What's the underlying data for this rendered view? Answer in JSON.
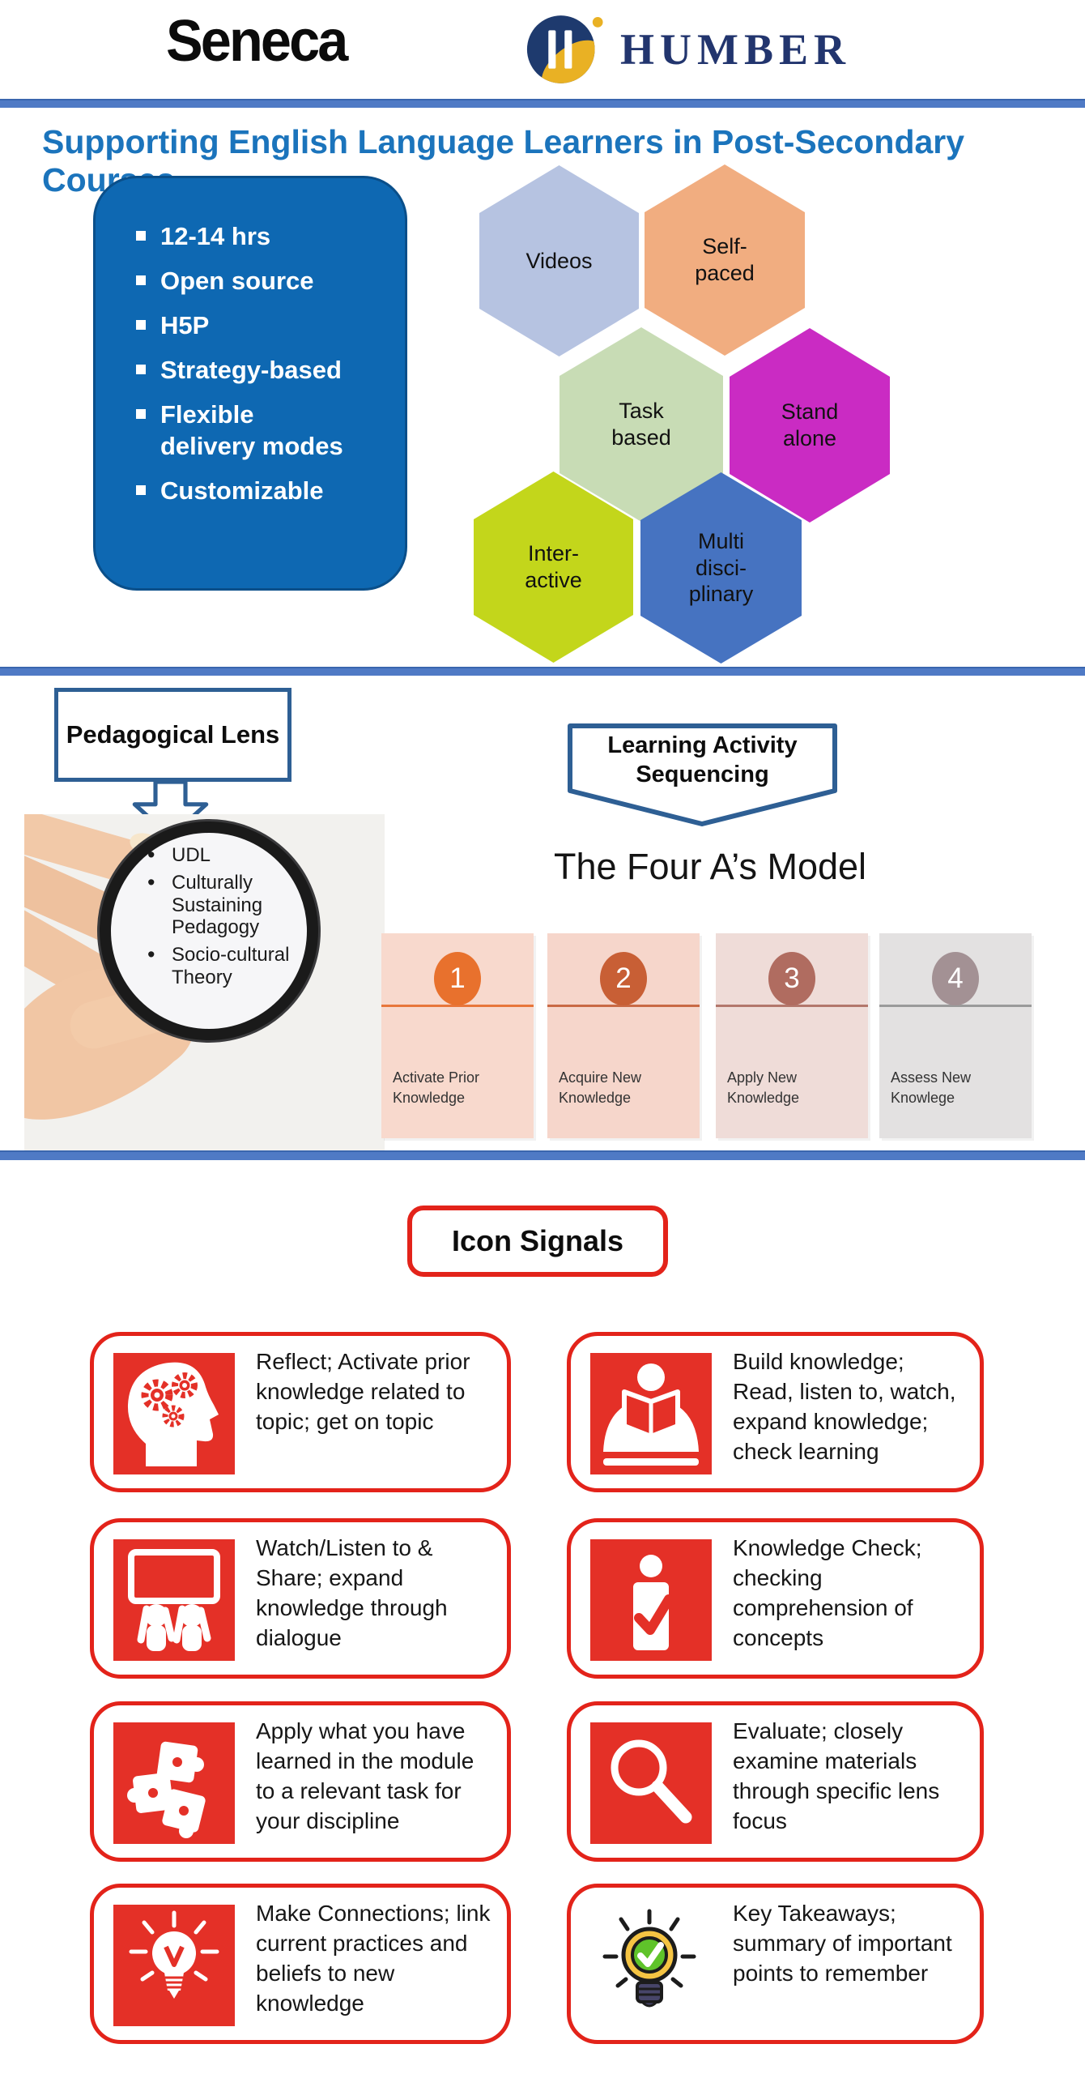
{
  "header": {
    "seneca": "Seneca",
    "humber": "HUMBER"
  },
  "title": "Supporting English Language Learners in Post-Secondary Courses",
  "features": {
    "items": [
      "12-14 hrs",
      "Open source",
      "H5P",
      "Strategy-based",
      "Flexible\ndelivery modes",
      "Customizable"
    ]
  },
  "hexagons": [
    {
      "label": "Videos",
      "color": "#b6c3e1"
    },
    {
      "label": "Self-\npaced",
      "color": "#f1ad80"
    },
    {
      "label": "Task\nbased",
      "color": "#c8dcb5"
    },
    {
      "label": "Stand\nalone",
      "color": "#ca2bc3"
    },
    {
      "label": "Inter-\nactive",
      "color": "#c3d61b"
    },
    {
      "label": "Multi\ndisci-\nplinary",
      "color": "#4673c1"
    }
  ],
  "pedagogical_lens": {
    "label": "Pedagogical Lens",
    "items": [
      "UDL",
      "Culturally Sustaining Pedagogy",
      "Socio-cultural Theory"
    ]
  },
  "sequencing": {
    "banner": "Learning Activity Sequencing",
    "model_title": "The Four A’s Model",
    "steps": [
      {
        "number": "1",
        "label": "Activate Prior Knowledge",
        "bg": "#f8d9cd",
        "circle": "#e8712d",
        "line": "#e8763b"
      },
      {
        "number": "2",
        "label": "Acquire New Knowledge",
        "bg": "#f6d6cb",
        "circle": "#c85f35",
        "line": "#c96a45"
      },
      {
        "number": "3",
        "label": "Apply New Knowledge",
        "bg": "#efdcd8",
        "circle": "#b06c60",
        "line": "#b3776c"
      },
      {
        "number": "4",
        "label": "Assess New Knowlege",
        "bg": "#e3e1e1",
        "circle": "#a39194",
        "line": "#9a9a9a"
      }
    ]
  },
  "icon_signals": {
    "title": "Icon Signals",
    "cards": [
      {
        "icon": "head-gears-icon",
        "text": "Reflect; Activate prior knowledge related to topic; get on topic"
      },
      {
        "icon": "reading-person-icon",
        "text": "Build knowledge; Read, listen to, watch, expand knowledge; check learning"
      },
      {
        "icon": "audience-screen-icon",
        "text": "Watch/Listen to & Share; expand knowledge through dialogue"
      },
      {
        "icon": "person-checkmark-icon",
        "text": "Knowledge Check; checking comprehension of concepts"
      },
      {
        "icon": "puzzle-pieces-icon",
        "text": "Apply what you have learned in the module to a relevant task for your discipline"
      },
      {
        "icon": "magnifying-glass-icon",
        "text": "Evaluate; closely examine materials through specific lens focus"
      },
      {
        "icon": "lightbulb-icon",
        "text": "Make Connections; link current practices and beliefs to new knowledge"
      },
      {
        "icon": "lightbulb-check-icon",
        "text": "Key Takeaways; summary of important points to remember"
      }
    ]
  },
  "colors": {
    "title_blue": "#1b74bc",
    "panel_blue": "#0e68b2",
    "divider_blue": "#4f7ac5",
    "accent_red": "#e3231a",
    "icon_red": "#e43027",
    "callout_border_blue": "#2e5f94",
    "humber_navy": "#22356e",
    "humber_gold": "#e9b124"
  }
}
